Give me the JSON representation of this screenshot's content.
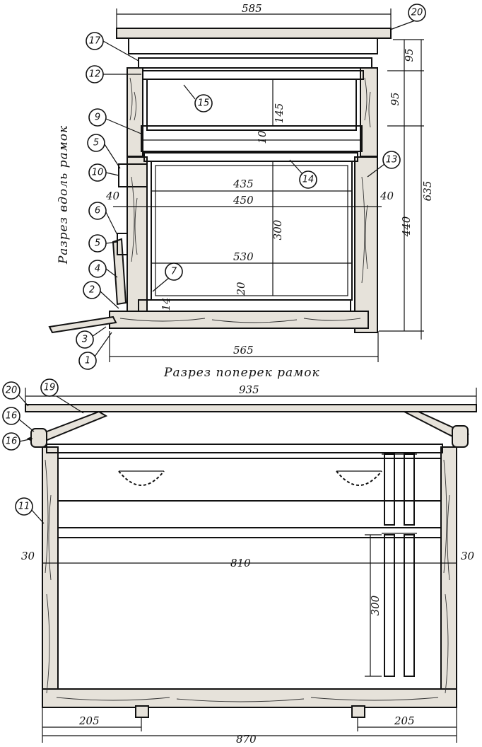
{
  "section_titles": {
    "longitudinal": "Разрез вдоль рамок",
    "transverse": "Разрез поперек рамок"
  },
  "top_view_dimensions": {
    "top_width": "585",
    "height_total": "635",
    "roof_gap": "95",
    "super_height": "95",
    "super_frame": "145",
    "gap_10": "10",
    "body_height": "440",
    "frame_top_bar": "435",
    "frame_inner": "450",
    "wall_left": "40",
    "wall_right": "40",
    "frame_height": "300",
    "inner_width": "530",
    "bottom_gap": "20",
    "bottom_small": "14",
    "bottom_width": "565"
  },
  "bottom_view_dimensions": {
    "roof_width": "935",
    "inner_width": "810",
    "wall_left": "30",
    "wall_right": "30",
    "frame_height": "300",
    "leg_left": "205",
    "leg_right": "205",
    "total_width": "870"
  },
  "callouts": [
    "1",
    "2",
    "3",
    "4",
    "5",
    "5",
    "6",
    "7",
    "9",
    "10",
    "11",
    "12",
    "13",
    "14",
    "15",
    "16",
    "16",
    "17",
    "19",
    "20",
    "20"
  ]
}
